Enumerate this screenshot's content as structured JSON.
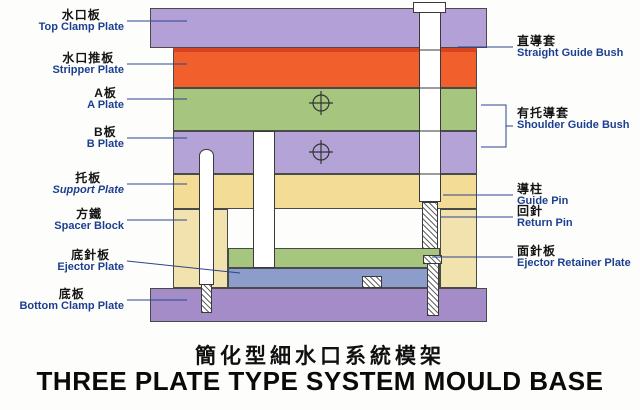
{
  "diagram": {
    "titles": {
      "zh": "簡化型細水口系統模架",
      "en": "THREE PLATE TYPE SYSTEM MOULD BASE"
    },
    "labels_left": [
      {
        "zh": "水口板",
        "en": "Top Clamp Plate"
      },
      {
        "zh": "水口推板",
        "en": "Stripper Plate"
      },
      {
        "zh": "A板",
        "en": "A Plate"
      },
      {
        "zh": "B板",
        "en": "B Plate"
      },
      {
        "zh": "托板",
        "en": "Support Plate"
      },
      {
        "zh": "方鐵",
        "en": "Spacer Block"
      },
      {
        "zh": "底針板",
        "en": "Ejector Plate"
      },
      {
        "zh": "底板",
        "en": "Bottom Clamp Plate"
      }
    ],
    "labels_right": [
      {
        "zh": "直導套",
        "en": "Straight Guide Bush"
      },
      {
        "zh": "有托導套",
        "en": "Shoulder Guide Bush"
      },
      {
        "zh": "導柱",
        "en": "Guide Pin"
      },
      {
        "zh": "回針",
        "en": "Return Pin"
      },
      {
        "zh": "面針板",
        "en": "Ejector Retainer Plate"
      }
    ],
    "palette": {
      "top_clamp_purple": "#b2a0d6",
      "stripper_orange": "#f15f2c",
      "a_plate_green": "#a6c57e",
      "b_plate_purple": "#b4a3d6",
      "support_yellow": "#f3dc95",
      "spacer_yellow": "#f2e2ad",
      "ejector_retainer_green": "#a6c57e",
      "ejector_blue": "#8c9ccb",
      "bottom_clamp_purple": "#a48cc8",
      "label_en_blue": "#1d3f91",
      "label_zh_black": "#151515",
      "leader_line": "#2c4490"
    }
  }
}
